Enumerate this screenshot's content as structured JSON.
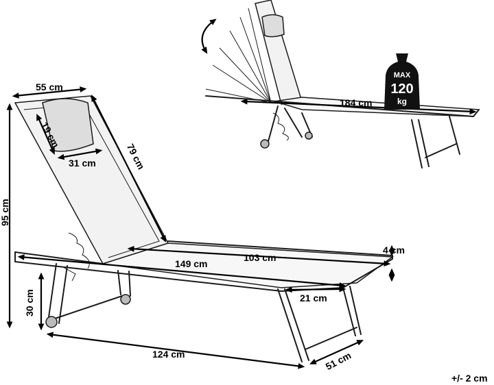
{
  "dimensions": {
    "backrest_width": "55 cm",
    "pillow_height": "19 cm",
    "pillow_width": "31 cm",
    "backrest_length": "79 cm",
    "total_height": "95 cm",
    "frame_length": "149 cm",
    "seat_length": "103 cm",
    "seat_thickness": "4 cm",
    "seat_height": "30 cm",
    "foot_end": "21 cm",
    "leg_span": "124 cm",
    "depth": "51 cm",
    "total_length": "184 cm"
  },
  "max_load": {
    "line1": "MAX",
    "line2": "120",
    "line3": "kg"
  },
  "tolerance": "+/- 2 cm"
}
